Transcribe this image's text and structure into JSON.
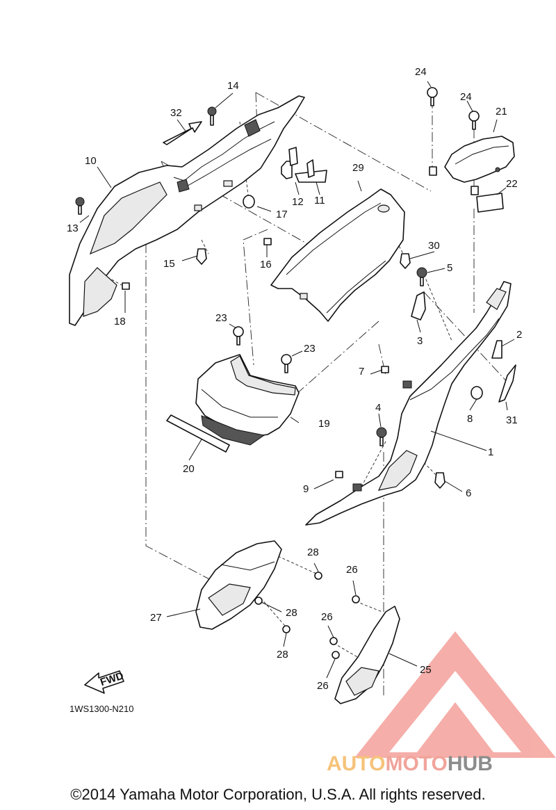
{
  "diagram": {
    "callouts": [
      "1",
      "2",
      "3",
      "4",
      "5",
      "6",
      "7",
      "8",
      "9",
      "10",
      "11",
      "12",
      "13",
      "14",
      "15",
      "16",
      "17",
      "18",
      "19",
      "20",
      "21",
      "22",
      "23",
      "23",
      "24",
      "24",
      "25",
      "26",
      "26",
      "26",
      "27",
      "28",
      "28",
      "28",
      "29",
      "30",
      "31",
      "32"
    ],
    "direction_marker": "FWD",
    "diagram_code": "1WS1300-N210",
    "copyright": "©2014 Yamaha Motor Corporation, U.S.A. All rights reserved.",
    "watermark": {
      "part1": "AUTO",
      "part2": "MOTO",
      "part3": "HUB"
    }
  },
  "colors": {
    "line": "#111111",
    "watermark_red": "#ee6d63",
    "watermark_orange": "#f6c37a",
    "watermark_gray": "#8c8c8c"
  }
}
